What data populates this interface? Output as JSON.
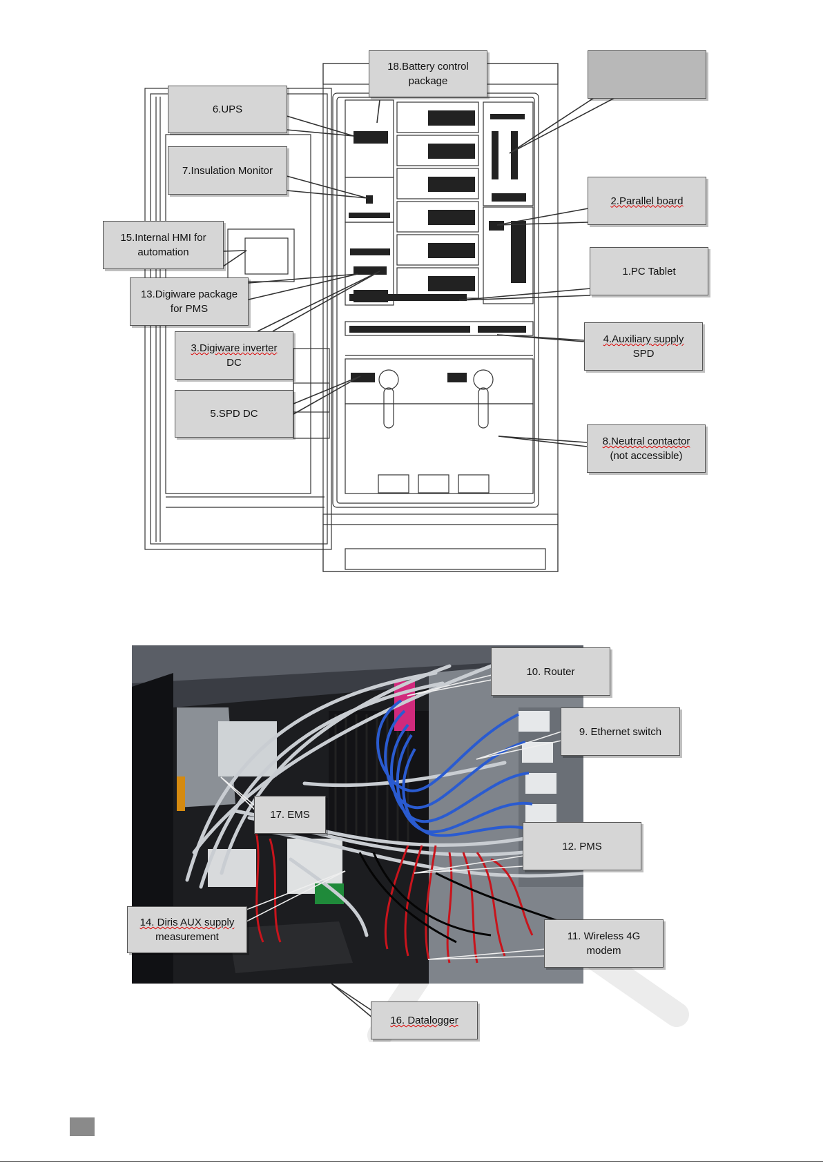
{
  "figure_top": {
    "callouts": {
      "battery_control": [
        "18.Battery control",
        "package"
      ],
      "ups": [
        "6.UPS"
      ],
      "insulation_monitor": [
        "7.Insulation Monitor"
      ],
      "internal_hmi": [
        "15.Internal HMI for",
        "automation"
      ],
      "digiware_pms": [
        "13.Digiware package",
        "for PMS"
      ],
      "digiware_inverter": [
        "3.Digiware inverter",
        "DC"
      ],
      "spd_dc": [
        "5.SPD DC"
      ],
      "parallel_board": [
        "2.Parallel board"
      ],
      "pc_tablet": [
        "1.PC Tablet"
      ],
      "auxiliary_supply": [
        "4.Auxiliary supply",
        "SPD"
      ],
      "neutral_contactor": [
        "8.Neutral contactor",
        "(not accessible)"
      ]
    }
  },
  "figure_bottom": {
    "callouts": {
      "router": [
        "10. Router"
      ],
      "ethernet_switch": [
        "9. Ethernet switch"
      ],
      "ems": [
        "17. EMS"
      ],
      "pms": [
        "12. PMS"
      ],
      "diris_aux": [
        "14. Diris AUX supply",
        "measurement"
      ],
      "wireless_modem": [
        "11. Wireless 4G",
        "modem"
      ],
      "datalogger": [
        "16. Datalogger"
      ]
    }
  },
  "colors": {
    "callout_fill": "#d6d6d6",
    "blank_callout_fill": "#b8b8b8",
    "page_marker": "#8a8a8a",
    "cable_blue": "#2a5bd0",
    "cable_red": "#c8141c",
    "cable_grey": "#c9cdd2"
  }
}
